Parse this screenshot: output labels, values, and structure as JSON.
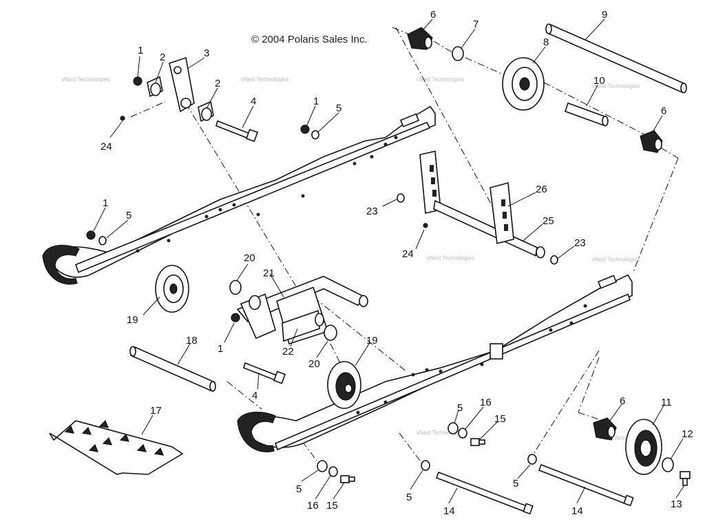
{
  "copyright": "© 2004 Polaris Sales Inc.",
  "watermark": "vNext Technologies",
  "callouts": {
    "c1a": "1",
    "c2a": "2",
    "c3": "3",
    "c2b": "2",
    "c4a": "4",
    "c24a": "24",
    "c1b": "1",
    "c5a": "5",
    "c6a": "6",
    "c7": "7",
    "c8": "8",
    "c9": "9",
    "c10": "10",
    "c6b": "6",
    "c1c": "1",
    "c5b": "5",
    "c23a": "23",
    "c26": "26",
    "c25": "25",
    "c24b": "24",
    "c23b": "23",
    "c20a": "20",
    "c21": "21",
    "c19a": "19",
    "c1d": "1",
    "c22": "22",
    "c20b": "20",
    "c19b": "19",
    "c18": "18",
    "c4b": "4",
    "c17": "17",
    "c5c": "5",
    "c16a": "16",
    "c15a": "15",
    "c6c": "6",
    "c11": "11",
    "c12": "12",
    "c5d": "5",
    "c16b": "16",
    "c15b": "15",
    "c5e": "5",
    "c14a": "14",
    "c5f": "5",
    "c14b": "14",
    "c13": "13"
  }
}
